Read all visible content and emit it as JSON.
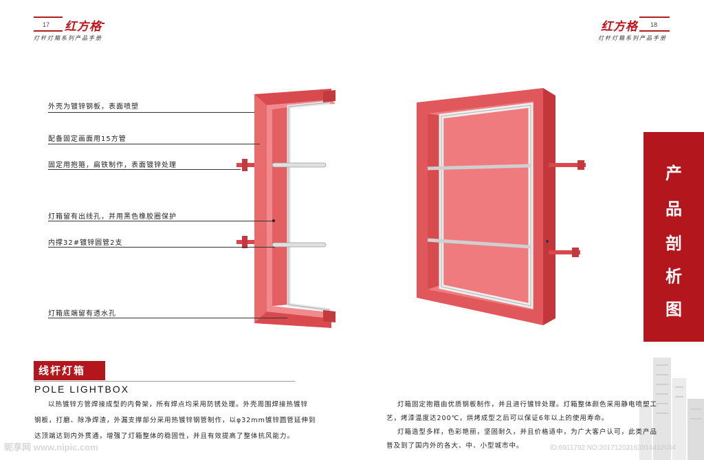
{
  "header_left": {
    "page_number": "17",
    "brand": "红方格",
    "subtitle": "灯杆灯箱系列产品手册"
  },
  "header_right": {
    "page_number": "18",
    "brand": "红方格",
    "subtitle": "灯杆灯箱系列产品手册"
  },
  "annotations": [
    "外壳为镀锌钢板，表面喷塑",
    "配备固定画面用15方管",
    "固定用抱箍，扁铁制作，表面镀锌处理",
    "灯箱留有出线孔，并用黑色橡胶圈保护",
    "内撑32#镀锌圆管2支",
    "灯箱底端留有透水孔"
  ],
  "side_banner": {
    "chars": [
      "产",
      "品",
      "剖",
      "析",
      "图"
    ]
  },
  "section": {
    "tag": "线杆灯箱",
    "english_title": "POLE LIGHTBOX"
  },
  "left_paragraph": [
    "以热镀锌方管焊接成型的内骨架，所有焊点均采用防锈处理。外壳周围焊接热镀锌",
    "钢板，打磨、除净焊渣，外漏支撑部分采用热镀锌钢管制作，以φ32mm镀锌圆管延伸到",
    "达顶端达到内外贯通，增强了灯箱整体的稳固性，并且有效提高了整体抗风能力。"
  ],
  "right_paragraph": [
    "灯箱固定抱箍由优质钢板制作，并且进行镀锌处理。灯箱整体颜色采用静电喷塑工",
    "艺，烤漆温度达200℃，烘烤成型之后可以保证6年以上的使用寿命。",
    "灯箱造型多样，色彩艳丽，坚固耐久，并且价格适中，为广大客户认可，此类产品",
    "普及到了国内外的各大、中、小型城市中。"
  ],
  "watermark": {
    "site": "昵享网 www.nipic.com",
    "id": "ID:6911792 NO:20171203163914412034"
  },
  "colors": {
    "brand_red": "#b3161c",
    "box_red": "#e05a5d",
    "box_dark": "#c2383c",
    "tube": "#d9d9d9"
  }
}
